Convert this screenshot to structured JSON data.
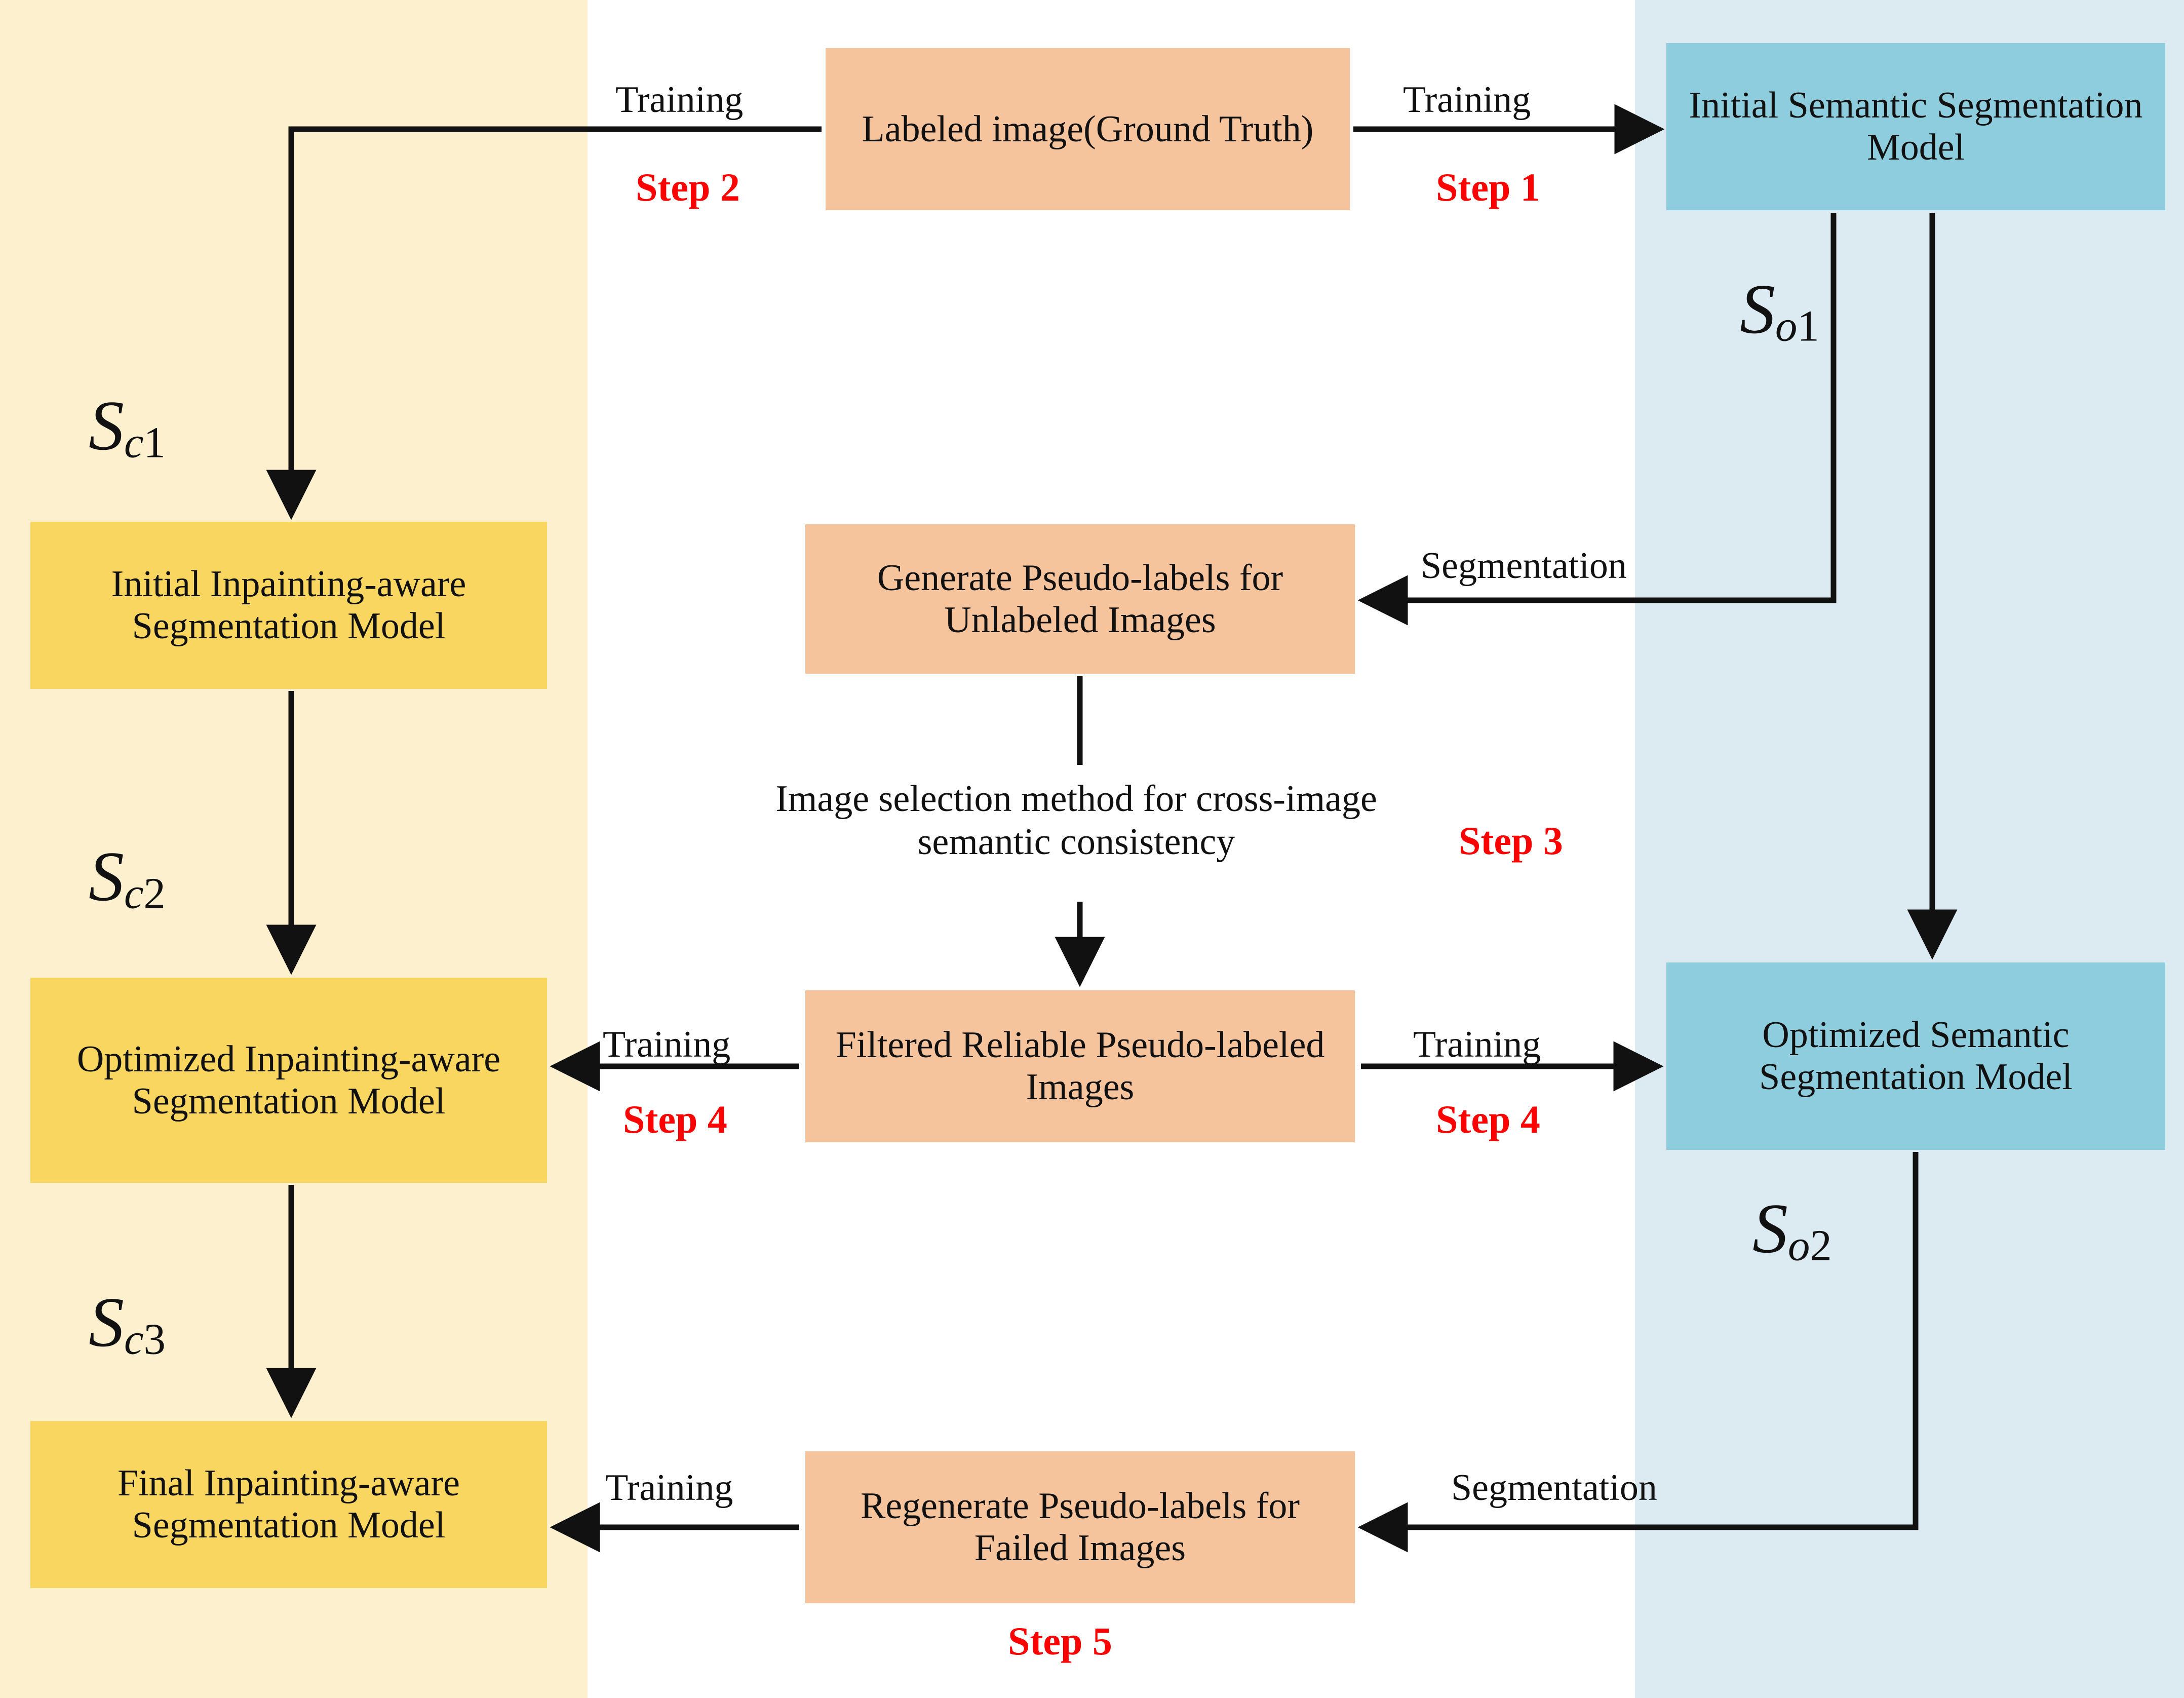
{
  "diagram": {
    "title": "Semi-supervised inpainting-aware / semantic segmentation co-training pipeline",
    "colors": {
      "panel_left": "#fcf0cf",
      "panel_right": "#dceaf1",
      "box_yellow": "#f9d65f",
      "box_orange": "#f6c49c",
      "box_blue": "#8ecddd",
      "step_text": "#ff0000",
      "arrow": "#111111",
      "background": "#ffffff"
    }
  },
  "boxes": {
    "initial_inpaint": "Initial Inpainting-aware Segmentation Model",
    "optimized_inpaint": "Optimized Inpainting-aware Segmentation Model",
    "final_inpaint": "Final Inpainting-aware Segmentation Model",
    "labeled_image": "Labeled image(Ground Truth)",
    "generate_pseudo": "Generate Pseudo-labels for Unlabeled Images",
    "filtered_pseudo": "Filtered Reliable Pseudo-labeled Images",
    "regenerate_pseudo": "Regenerate Pseudo-labels for  Failed Images",
    "initial_semantic": "Initial Semantic Segmentation Model",
    "optimized_semantic": "Optimized Semantic Segmentation Model"
  },
  "edge_labels": {
    "training_1": "Training",
    "training_2": "Training",
    "training_3": "Training",
    "training_4": "Training",
    "training_5": "Training",
    "segmentation_1": "Segmentation",
    "segmentation_2": "Segmentation",
    "cross_image": "Image selection method for cross-image semantic consistency"
  },
  "steps": {
    "step_1": "Step 1",
    "step_2": "Step 2",
    "step_3": "Step 3",
    "step_4a": "Step 4",
    "step_4b": "Step 4",
    "step_5": "Step 5"
  },
  "symbols": {
    "sc1": {
      "base": "S",
      "sub": "c",
      "num": "1"
    },
    "sc2": {
      "base": "S",
      "sub": "c",
      "num": "2"
    },
    "sc3": {
      "base": "S",
      "sub": "c",
      "num": "3"
    },
    "so1": {
      "base": "S",
      "sub": "o",
      "num": "1"
    },
    "so2": {
      "base": "S",
      "sub": "o",
      "num": "2"
    }
  }
}
